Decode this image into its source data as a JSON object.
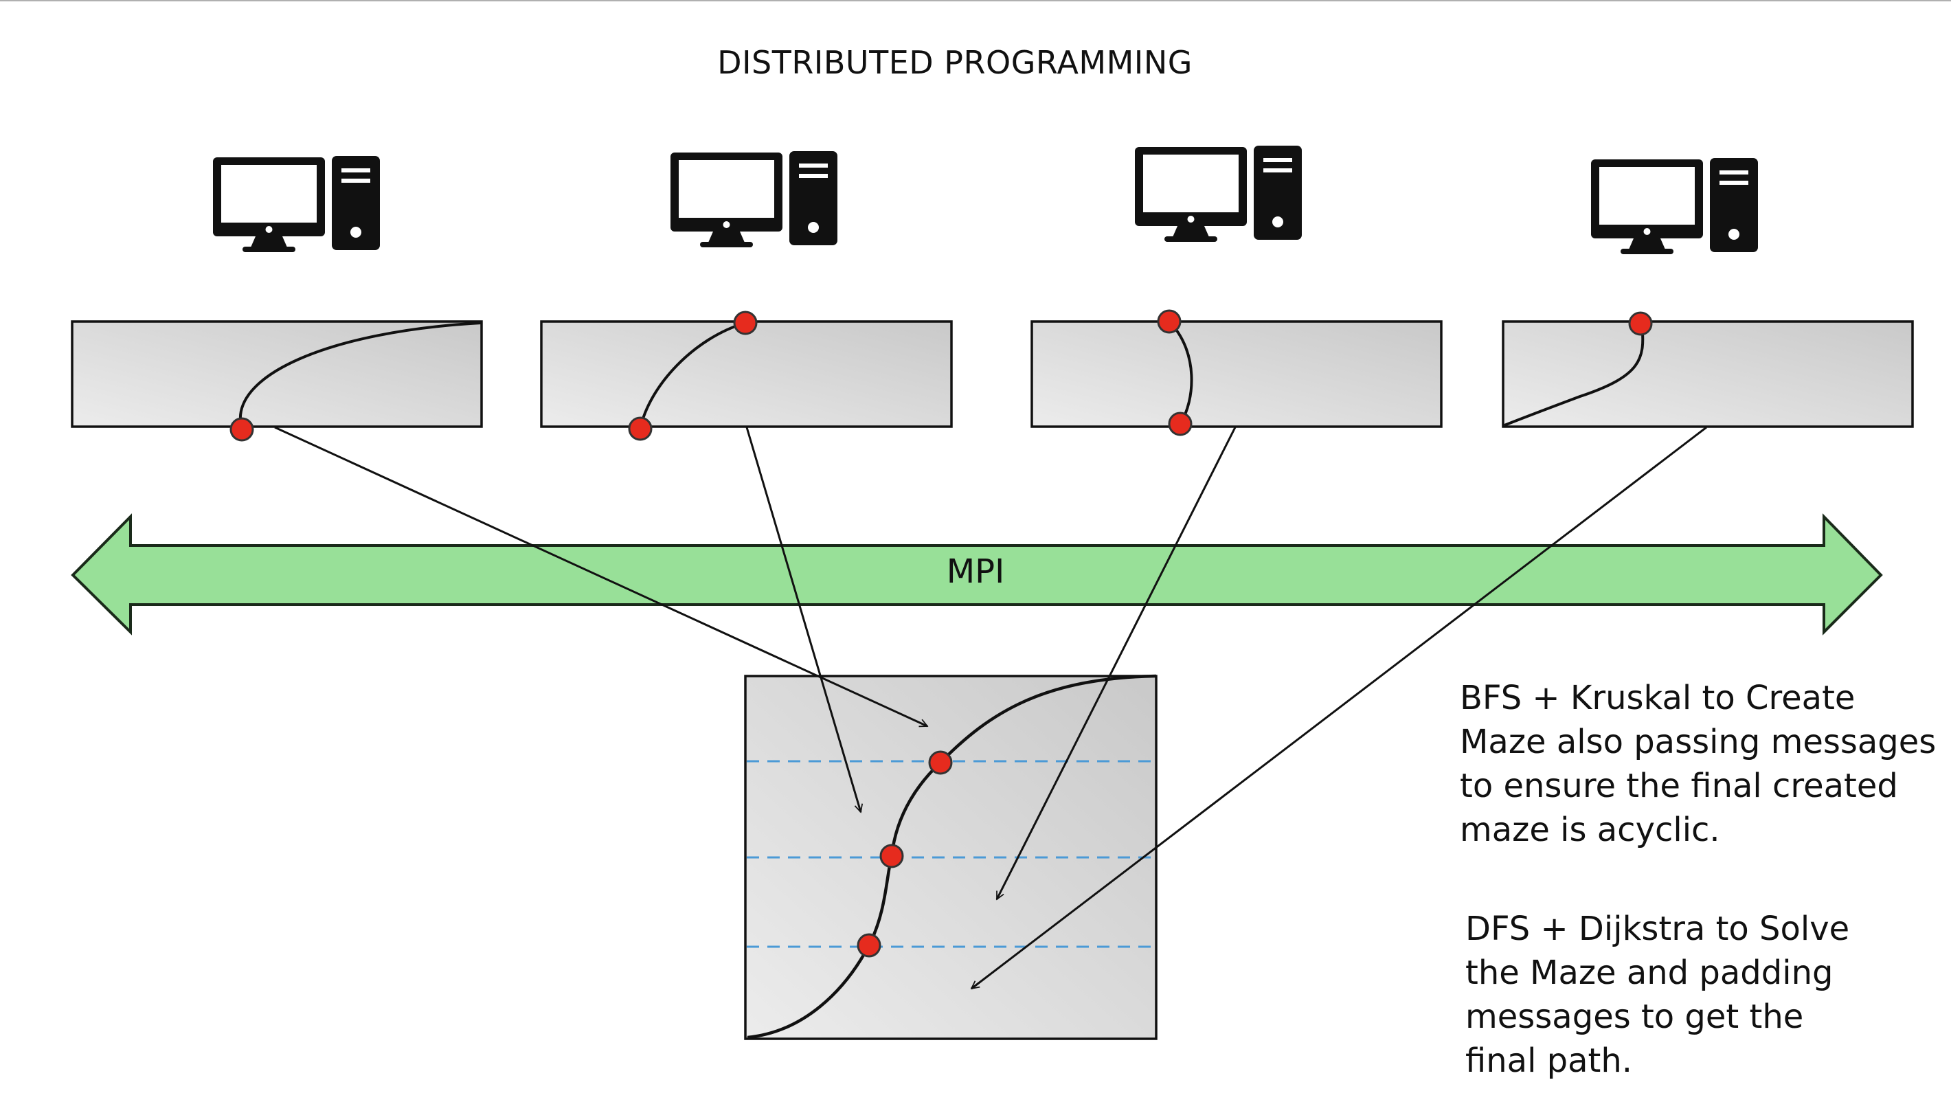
{
  "title": "DISTRIBUTED PROGRAMMING",
  "mpi_label": "MPI",
  "notes": {
    "create": "BFS + Kruskal to Create\nMaze also passing messages\nto ensure the final created\nmaze is acyclic.",
    "solve": "DFS + Dijkstra to Solve\nthe Maze and padding\nmessages to get the\nfinal path."
  },
  "nodes": [
    {
      "icon": "desktop-computer-icon"
    },
    {
      "icon": "desktop-computer-icon"
    },
    {
      "icon": "desktop-computer-icon"
    },
    {
      "icon": "desktop-computer-icon"
    }
  ],
  "colors": {
    "mpi_arrow": "#98e098",
    "segment_box": "#d8d8d8",
    "red_point": "#e62b1e",
    "partition_line": "#4b9ad6"
  }
}
